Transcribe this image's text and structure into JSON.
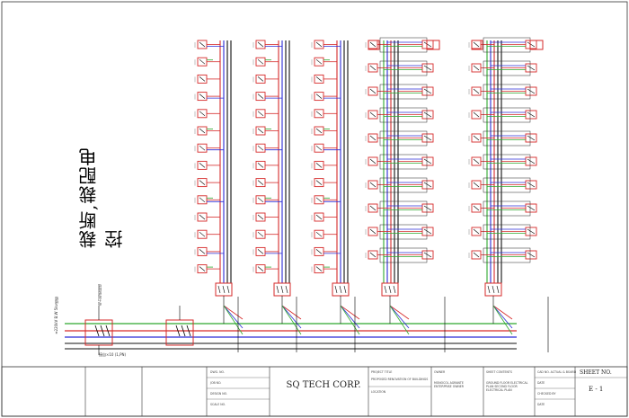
{
  "side_title": "裁断,裁配电控",
  "feed": {
    "vertical_label": "≡220kV B.W 5kv线缆",
    "bottom_label": "接自×10 (1,PN)",
    "box_label": "电力电缆接线"
  },
  "title_block": {
    "company": "SQ TECH CORP.",
    "sheet_label": "SHEET NO.",
    "sheet_no": "E - 1",
    "fields": [
      {
        "label": "DWG. NO.",
        "value": ""
      },
      {
        "label": "JOB NO.",
        "value": ""
      },
      {
        "label": "DESIGN NO.",
        "value": ""
      },
      {
        "label": "SCALE NO.",
        "value": ""
      }
    ],
    "project_title_label": "PROJECT TITLE",
    "project_title": "PROPOSED RENOVATION OF BUILDINGS",
    "location_label": "LOCATION",
    "owner_label": "OWNER",
    "owner": "MONOCOL AGRANTE ENTERPRISE OWNER",
    "sheet_contents_label": "SHEET CONTENTS",
    "sheet_contents": "GROUND FLOOR ELECTRICAL PLAN SECOND FLOOR ELECTRICAL PLAN",
    "cad_label": "CAD NO. ACTUAL & BOARD",
    "date_label": "DATE",
    "checked_label": "CHECKED BY",
    "date2_label": "DATE"
  },
  "colors": {
    "line_red": "#d62a2a",
    "line_blue": "#2b2bd6",
    "line_green": "#2ea82e",
    "line_black": "#111111"
  }
}
